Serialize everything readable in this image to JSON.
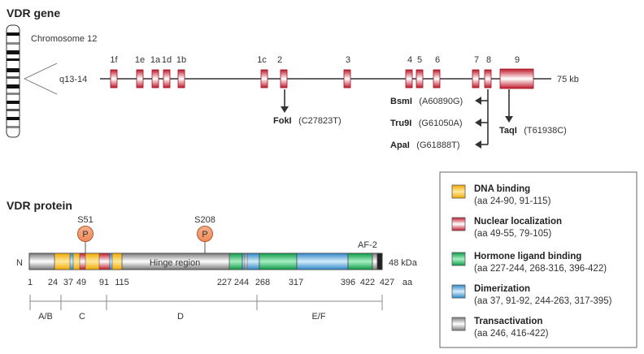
{
  "gene": {
    "title": "VDR gene",
    "chromosome_label": "Chromosome 12",
    "locus_label": "q13-14",
    "length_label": "75 kb",
    "exons": [
      "1f",
      "1e",
      "1a",
      "1d",
      "1b",
      "1c",
      "2",
      "3",
      "4",
      "5",
      "6",
      "7",
      "8",
      "9"
    ],
    "snps": [
      {
        "name": "FokI",
        "code": "(C27823T)"
      },
      {
        "name": "BsmI",
        "code": "(A60890G)"
      },
      {
        "name": "Tru9I",
        "code": "(G61050A)"
      },
      {
        "name": "ApaI",
        "code": "(G61888T)"
      },
      {
        "name": "TaqI",
        "code": "(T61938C)"
      }
    ]
  },
  "protein": {
    "title": "VDR protein",
    "n_terminus": "N",
    "hinge_label": "Hinge region",
    "af2_label": "AF-2",
    "size_label": "48 kDa",
    "aa_unit": "aa",
    "phospho_symbol": "P",
    "sites": [
      "S51",
      "S208"
    ],
    "positions": [
      "1",
      "24",
      "37",
      "49",
      "91",
      "115",
      "227",
      "244",
      "268",
      "317",
      "396",
      "422",
      "427"
    ],
    "domains": [
      "A/B",
      "C",
      "D",
      "E/F"
    ]
  },
  "legend": [
    {
      "title": "DNA binding",
      "range": "(aa 24-90, 91-115)",
      "color": "#f5c51f"
    },
    {
      "title": "Nuclear localization",
      "range": "(aa 49-55, 79-105)",
      "color": "#e5313f"
    },
    {
      "title": "Hormone ligand binding",
      "range": "(aa 227-244, 268-316, 396-422)",
      "color": "#1fb35e"
    },
    {
      "title": "Dimerization",
      "range": "(aa 37, 91-92, 244-263, 317-395)",
      "color": "#3ea0dc"
    },
    {
      "title": "Transactivation",
      "range": "(aa 246, 416-422)",
      "color": "#bdbdbd"
    }
  ]
}
